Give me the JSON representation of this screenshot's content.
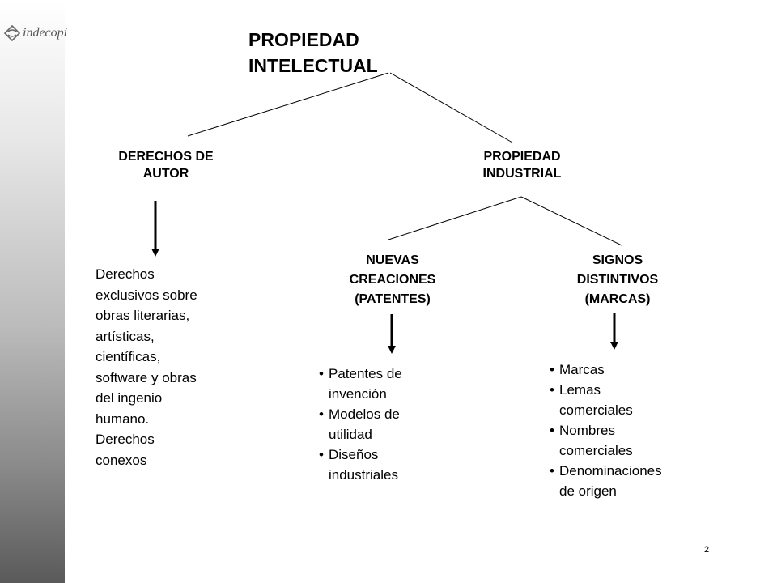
{
  "logo": {
    "text": "indecopi",
    "icon": "indecopi-logo-icon"
  },
  "title": {
    "line1": "PROPIEDAD",
    "line2": "INTELECTUAL"
  },
  "derechos_autor": {
    "label_line1": "DERECHOS DE",
    "label_line2": "AUTOR",
    "description": [
      "Derechos",
      "exclusivos sobre",
      "obras literarias,",
      "artísticas,",
      "científicas,",
      "software y obras",
      "del ingenio",
      "humano.",
      "Derechos",
      "conexos"
    ]
  },
  "propiedad_industrial": {
    "label_line1": "PROPIEDAD",
    "label_line2": "INDUSTRIAL"
  },
  "nuevas_creaciones": {
    "label_line1": "NUEVAS",
    "label_line2": "CREACIONES",
    "label_line3": "(PATENTES)",
    "items": [
      {
        "line1": "Patentes de",
        "line2": "invención"
      },
      {
        "line1": "Modelos de",
        "line2": "utilidad"
      },
      {
        "line1": "Diseños",
        "line2": "industriales"
      }
    ]
  },
  "signos_distintivos": {
    "label_line1": "SIGNOS",
    "label_line2": "DISTINTIVOS",
    "label_line3": "(MARCAS)",
    "items": [
      {
        "line1": "Marcas",
        "line2": ""
      },
      {
        "line1": "Lemas",
        "line2": "comerciales"
      },
      {
        "line1": "Nombres",
        "line2": "comerciales"
      },
      {
        "line1": "Denominaciones",
        "line2": "de origen"
      }
    ]
  },
  "page_number": "2"
}
